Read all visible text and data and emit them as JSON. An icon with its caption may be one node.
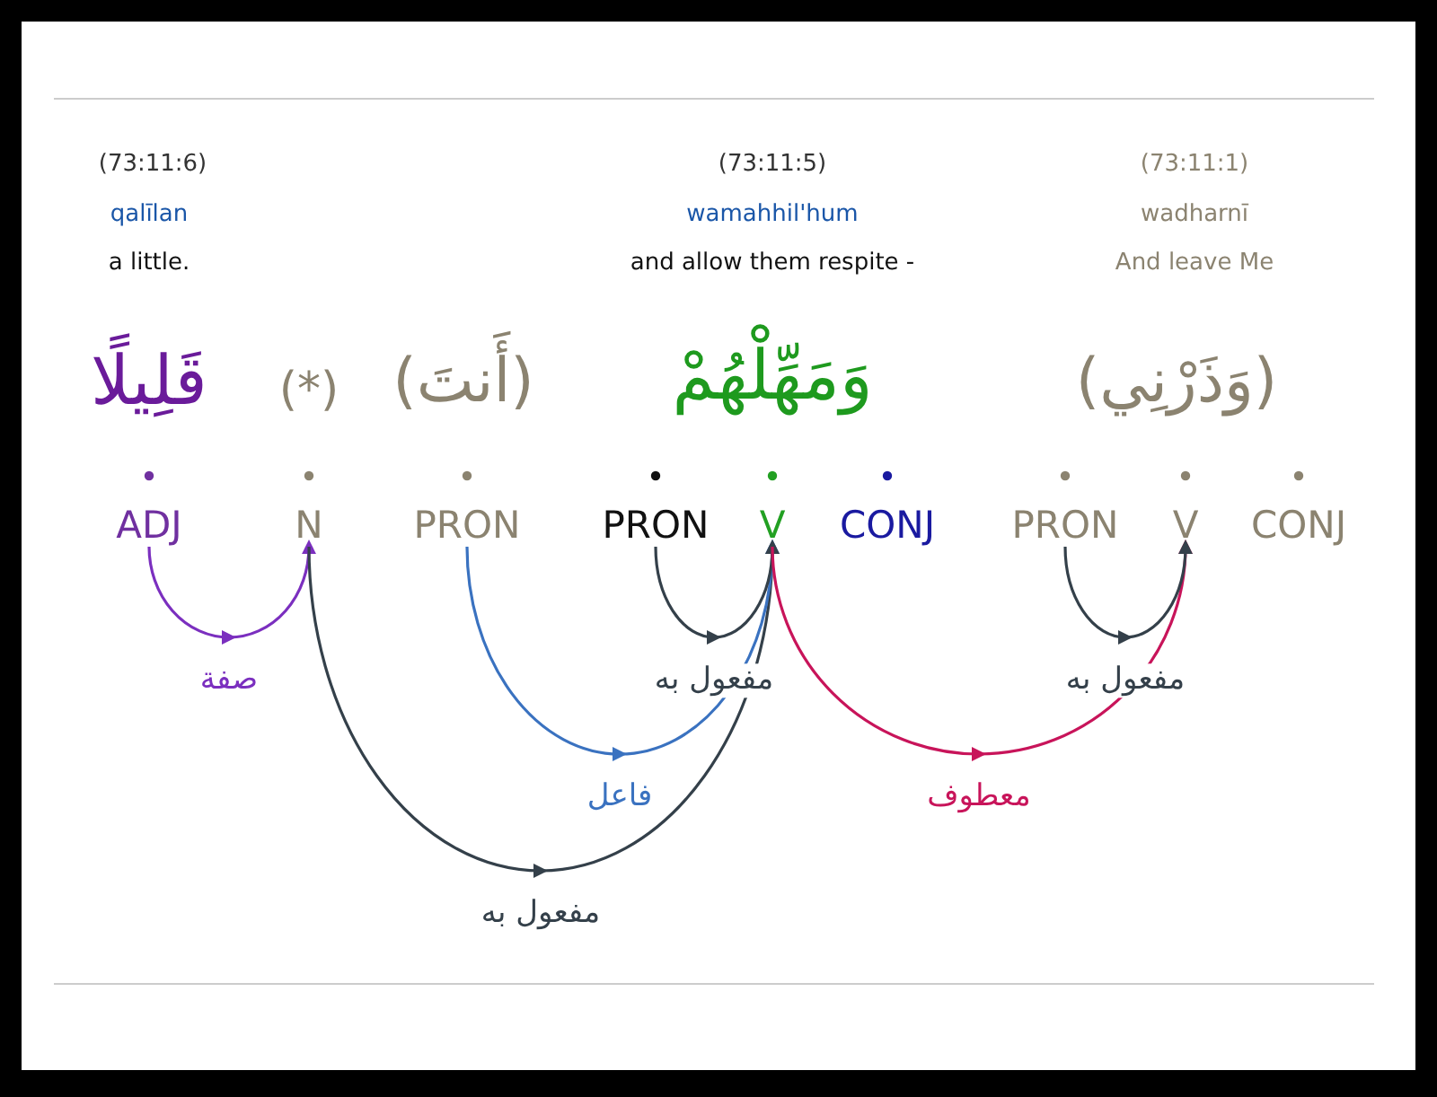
{
  "diagram": {
    "nodes": [
      {
        "text": [
          "ADJ"
        ]
      },
      {
        "text": [
          "N"
        ]
      },
      {
        "text": [
          "PRON"
        ]
      },
      {
        "text": [
          "PRON"
        ]
      },
      {
        "text": [
          "V"
        ]
      },
      {
        "text": [
          "CONJ"
        ]
      },
      {
        "text": [
          "PRON"
        ]
      },
      {
        "text": [
          "V"
        ]
      },
      {
        "text": [
          "CONJ"
        ]
      }
    ],
    "edges": [
      {
        "from": 0,
        "to": 1,
        "arrow": "to",
        "label": "صفة",
        "color": "#7b2fbf"
      },
      {
        "from": 1,
        "to": 4,
        "arrow": "to",
        "label": "مفعول به"
      },
      {
        "from": 2,
        "to": 4,
        "arrow": "to",
        "label": "فاعل",
        "color": "#3a72c0"
      },
      {
        "from": 3,
        "to": 4,
        "arrow": "to",
        "label": "مفعول به"
      },
      {
        "from": 4,
        "to": 7,
        "arrow": "to",
        "label": "معطوف",
        "color": "#c8145a"
      },
      {
        "from": 6,
        "to": 7,
        "arrow": "to",
        "label": "مفعول به"
      }
    ],
    "labels": [
      "(73:11:6)",
      "qalīlan",
      "a little.",
      "(73:11:5)",
      "wamahhil'hum",
      "and allow them respite -",
      "(73:11:1)",
      "wadharnī",
      "And leave Me",
      "قَلِيلًا",
      "(*)",
      "(أَنتَ)",
      "وَمَهِّلْهُمْ",
      "(وَذَرْنِي)"
    ]
  }
}
